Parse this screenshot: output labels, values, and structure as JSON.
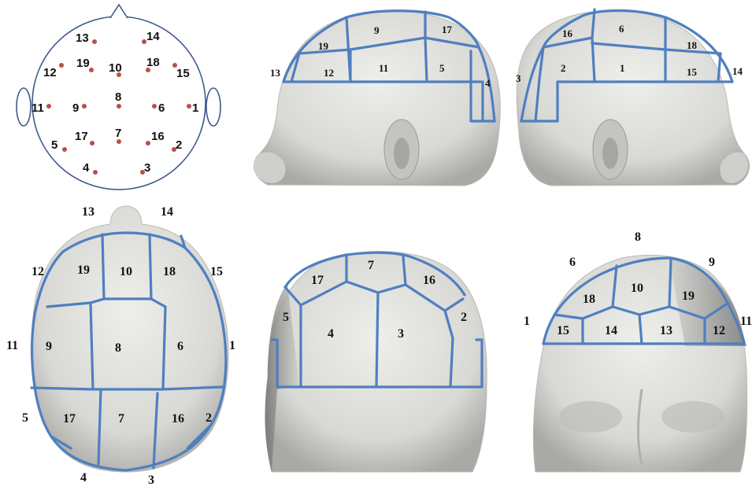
{
  "colors": {
    "line": "#4f7fc0",
    "dot": "#b5524a",
    "head_light": "#e6e6e3",
    "head_dark": "#8e8e8c",
    "outline": "#3f5a8c"
  },
  "schematic": {
    "labels": [
      {
        "id": "1",
        "t": "1"
      },
      {
        "id": "2",
        "t": "2"
      },
      {
        "id": "3",
        "t": "3"
      },
      {
        "id": "4",
        "t": "4"
      },
      {
        "id": "5",
        "t": "5"
      },
      {
        "id": "6",
        "t": "6"
      },
      {
        "id": "7",
        "t": "7"
      },
      {
        "id": "8",
        "t": "8"
      },
      {
        "id": "9",
        "t": "9"
      },
      {
        "id": "10",
        "t": "10"
      },
      {
        "id": "11",
        "t": "11"
      },
      {
        "id": "12",
        "t": "12"
      },
      {
        "id": "13",
        "t": "13"
      },
      {
        "id": "14",
        "t": "14"
      },
      {
        "id": "15",
        "t": "15"
      },
      {
        "id": "16",
        "t": "16"
      },
      {
        "id": "17",
        "t": "17"
      },
      {
        "id": "18",
        "t": "18"
      },
      {
        "id": "19",
        "t": "19"
      }
    ]
  },
  "left_view": {
    "labels": [
      "9",
      "17",
      "19",
      "12",
      "11",
      "5",
      "13",
      "4"
    ]
  },
  "right_view": {
    "labels": [
      "6",
      "16",
      "18",
      "2",
      "1",
      "15",
      "3",
      "14"
    ]
  },
  "top_view": {
    "inside": [
      "19",
      "10",
      "18",
      "9",
      "8",
      "6",
      "17",
      "7",
      "16"
    ],
    "outside": [
      "13",
      "14",
      "12",
      "15",
      "11",
      "1",
      "5",
      "2",
      "4",
      "3"
    ]
  },
  "back_view": {
    "inside": [
      "7",
      "17",
      "16",
      "4",
      "3"
    ],
    "outside": [
      "5",
      "2"
    ]
  },
  "front_view": {
    "inside": [
      "10",
      "18",
      "19",
      "15",
      "14",
      "13",
      "12"
    ],
    "outside": [
      "8",
      "6",
      "9",
      "1",
      "11"
    ]
  }
}
